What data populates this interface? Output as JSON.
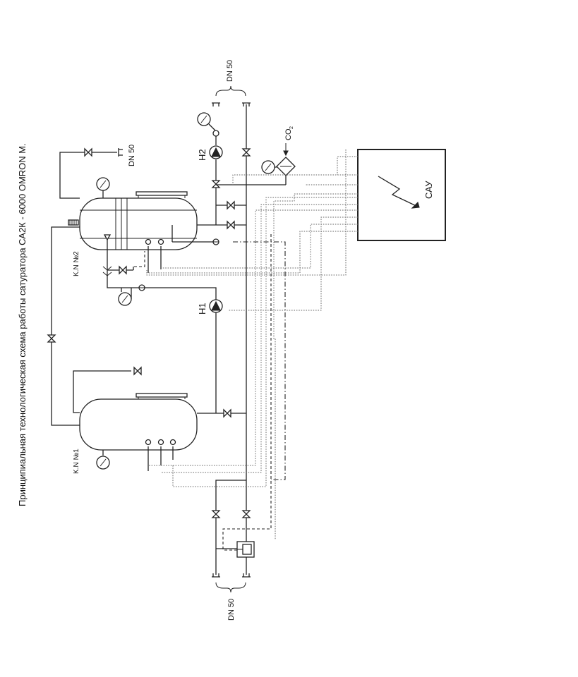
{
  "title": "Принципиальная технологическая схема работы сатуратора СА2К - 6000 OMRON M.",
  "labels": {
    "tank1": "K.N №1",
    "tank2": "K.N №2",
    "pump1": "H1",
    "pump2": "H2",
    "controller": "САУ",
    "co2": "CO",
    "co2_sub": "2",
    "dn50_top": "DN 50",
    "dn50_vent": "DN 50",
    "dn50_bottom": "DN 50"
  }
}
